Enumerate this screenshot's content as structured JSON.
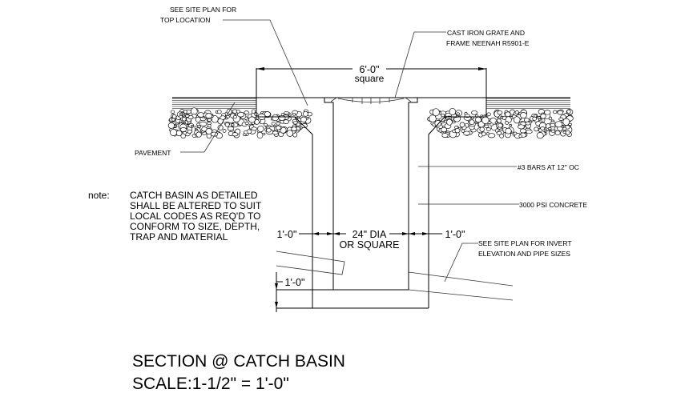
{
  "drawing": {
    "title": "SECTION @ CATCH BASIN",
    "scale": "SCALE:1-1/2\" = 1'-0\"",
    "callouts": {
      "site_plan_top_1": "SEE SITE PLAN FOR",
      "site_plan_top_2": "TOP LOCATION",
      "grate_1": "CAST IRON GRATE AND",
      "grate_2": "FRAME NEENAH R5901-E",
      "pavement": "PAVEMENT",
      "bars": "#3 BARS AT 12\" OC",
      "concrete": "3000 PSI CONCRETE",
      "invert_1": "SEE SITE PLAN FOR INVERT",
      "invert_2": "ELEVATION AND PIPE SIZES"
    },
    "dimensions": {
      "overall": "6'-0\"",
      "overall_sub": "square",
      "wall_left": "1'-0\"",
      "opening": "24\" DIA",
      "opening_sub": "OR SQUARE",
      "wall_right": "1'-0\"",
      "floor": "1'-0\""
    },
    "note": {
      "label": "note:",
      "lines": [
        "CATCH BASIN AS DETAILED",
        "SHALL BE ALTERED TO SUIT",
        "LOCAL CODES AS REQ'D TO",
        "CONFORM TO SIZE, DEPTH,",
        "TRAP AND MATERIAL"
      ]
    }
  }
}
